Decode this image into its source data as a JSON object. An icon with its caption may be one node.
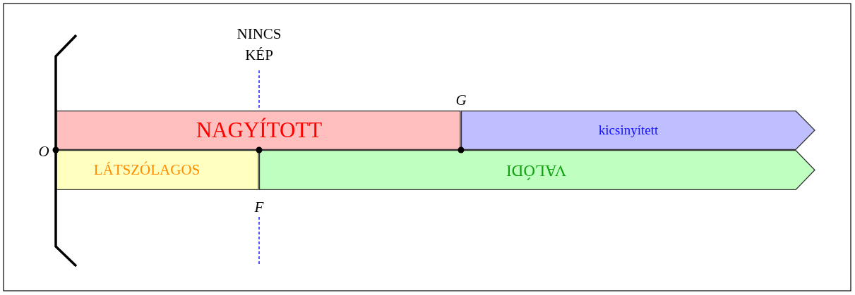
{
  "diagram": {
    "nodes": [
      {
        "text": [
          "NAGYÍTOTT"
        ]
      },
      {
        "text": [
          "kicsinyített"
        ]
      },
      {
        "text": [
          "LÁTSZÓLAGOS"
        ]
      },
      {
        "text": [
          "VALÓDI"
        ]
      }
    ],
    "edges": [],
    "labels": [
      "NINCS KÉP",
      "G",
      "O",
      "F"
    ]
  }
}
